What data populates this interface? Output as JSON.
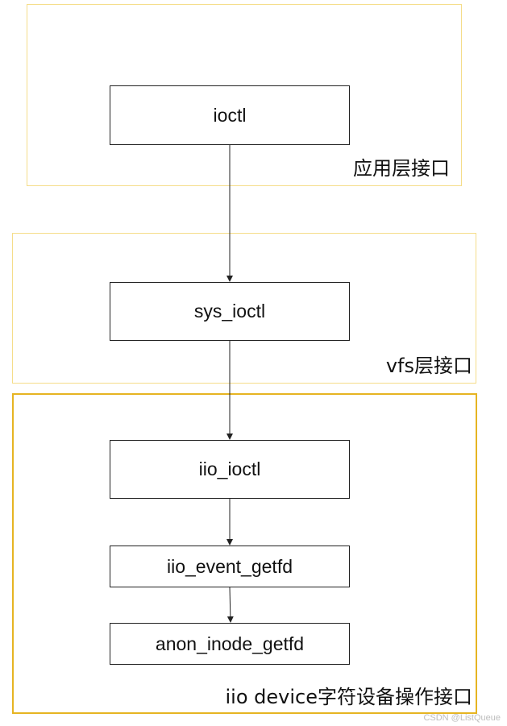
{
  "layers": {
    "app": {
      "label": "应用层接口"
    },
    "vfs": {
      "label": "vfs层接口"
    },
    "iio": {
      "label": "iio device字符设备操作接口"
    }
  },
  "nodes": {
    "ioctl": "ioctl",
    "sys_ioctl": "sys_ioctl",
    "iio_ioctl": "iio_ioctl",
    "iio_event_getfd": "iio_event_getfd",
    "anon_inode_getfd": "anon_inode_getfd"
  },
  "edges": [
    {
      "from": "ioctl",
      "to": "sys_ioctl"
    },
    {
      "from": "sys_ioctl",
      "to": "iio_ioctl"
    },
    {
      "from": "iio_ioctl",
      "to": "iio_event_getfd"
    },
    {
      "from": "iio_event_getfd",
      "to": "anon_inode_getfd"
    }
  ],
  "watermark": "CSDN @ListQueue",
  "colors": {
    "layer_border_light": "#f5dd8a",
    "layer_border_strong": "#e6b422",
    "node_border": "#222222",
    "arrow": "#222222"
  }
}
